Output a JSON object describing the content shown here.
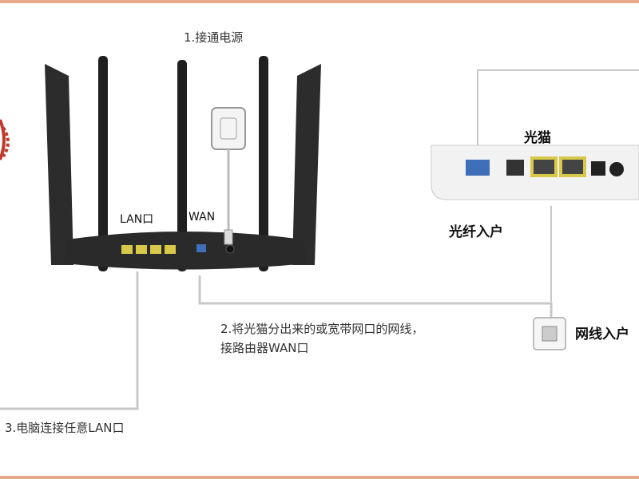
{
  "labels": {
    "step1": "1.接通电源",
    "step2_line1": "2.将光猫分出来的或宽带网口的网线，",
    "step2_line2": "接路由器WAN口",
    "step3": "3.电脑连接任意LAN口",
    "lan_port": "LAN口",
    "wan_port": "WAN",
    "modem": "光猫",
    "fiber_in": "光纤入户",
    "cable_in": "网线入户"
  },
  "icons": {
    "router": "router-icon",
    "modem": "optical-modem-icon",
    "power_adapter": "power-adapter-icon",
    "wall_socket": "network-wall-socket-icon",
    "wifi": "wifi-signal-icon"
  },
  "colors": {
    "frame": "#e6a98c",
    "router_body": "#2a2a2a",
    "lan_port": "#d7c84a",
    "wan_port": "#3f6fb8",
    "cable": "#c8c8c8",
    "wifi": "#c0392b"
  }
}
